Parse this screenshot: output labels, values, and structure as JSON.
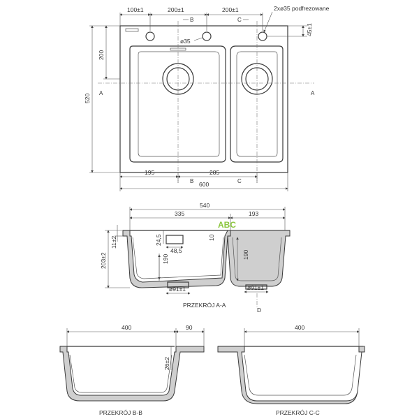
{
  "top_view": {
    "dims_top": [
      "100±1",
      "200±1",
      "200±1"
    ],
    "hole_note": "2xø35 podfrezowane",
    "dim_45": "45±1",
    "dim_520": "520",
    "dim_200": "200",
    "dim_d35": "ø35",
    "dim_195": "195",
    "dim_285": "285",
    "dim_600": "600",
    "mark_a": "A",
    "mark_b": "B",
    "mark_c": "C"
  },
  "section_aa": {
    "dim_540": "540",
    "dim_335": "335",
    "dim_193": "193",
    "dim_203": "203±2",
    "dim_11": "11±2",
    "dim_245": "24,5",
    "dim_485": "48,5",
    "dim_190_left": "190",
    "dim_10": "10",
    "dim_190_right": "190",
    "dim_91_left": "ø91±1",
    "dim_91_right": "ø91±1",
    "title": "PRZEKRÓJ A-A",
    "mark_d": "D",
    "logo": "ABC"
  },
  "section_bb": {
    "dim_400": "400",
    "dim_90": "90",
    "dim_26": "26±2",
    "title": "PRZEKRÓJ B-B"
  },
  "section_cc": {
    "dim_400": "400",
    "title": "PRZEKRÓJ C-C"
  }
}
